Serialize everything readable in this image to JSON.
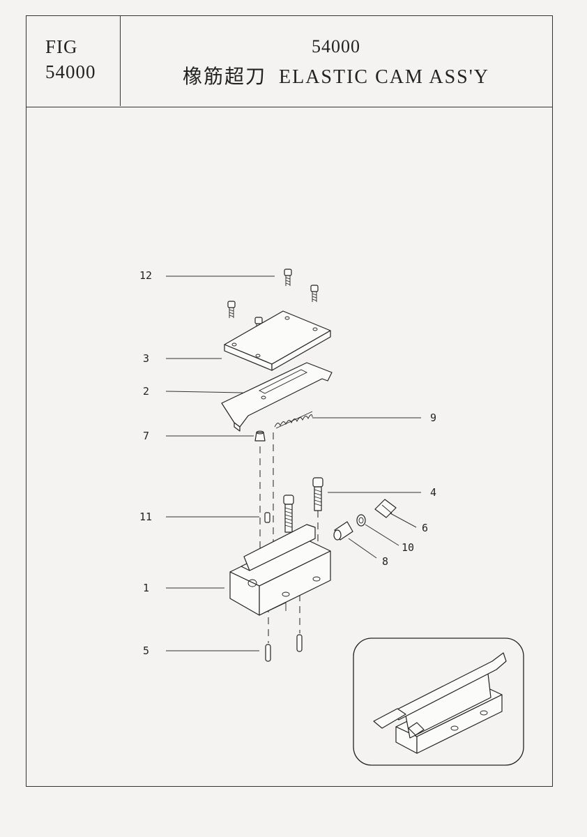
{
  "header": {
    "fig_label": "FIG",
    "fig_number": "54000",
    "title_number": "54000",
    "title_name": "橡筋超刀  ELASTIC CAM ASS'Y"
  },
  "callouts": [
    {
      "id": "c12",
      "label": "12"
    },
    {
      "id": "c3",
      "label": "3"
    },
    {
      "id": "c2",
      "label": "2"
    },
    {
      "id": "c9",
      "label": "9"
    },
    {
      "id": "c7",
      "label": "7"
    },
    {
      "id": "c4",
      "label": "4"
    },
    {
      "id": "c11",
      "label": "11"
    },
    {
      "id": "c6",
      "label": "6"
    },
    {
      "id": "c10",
      "label": "10"
    },
    {
      "id": "c8",
      "label": "8"
    },
    {
      "id": "c1",
      "label": "1"
    },
    {
      "id": "c5",
      "label": "5"
    }
  ],
  "colors": {
    "paper": "#f4f3f1",
    "ink": "#222222"
  }
}
